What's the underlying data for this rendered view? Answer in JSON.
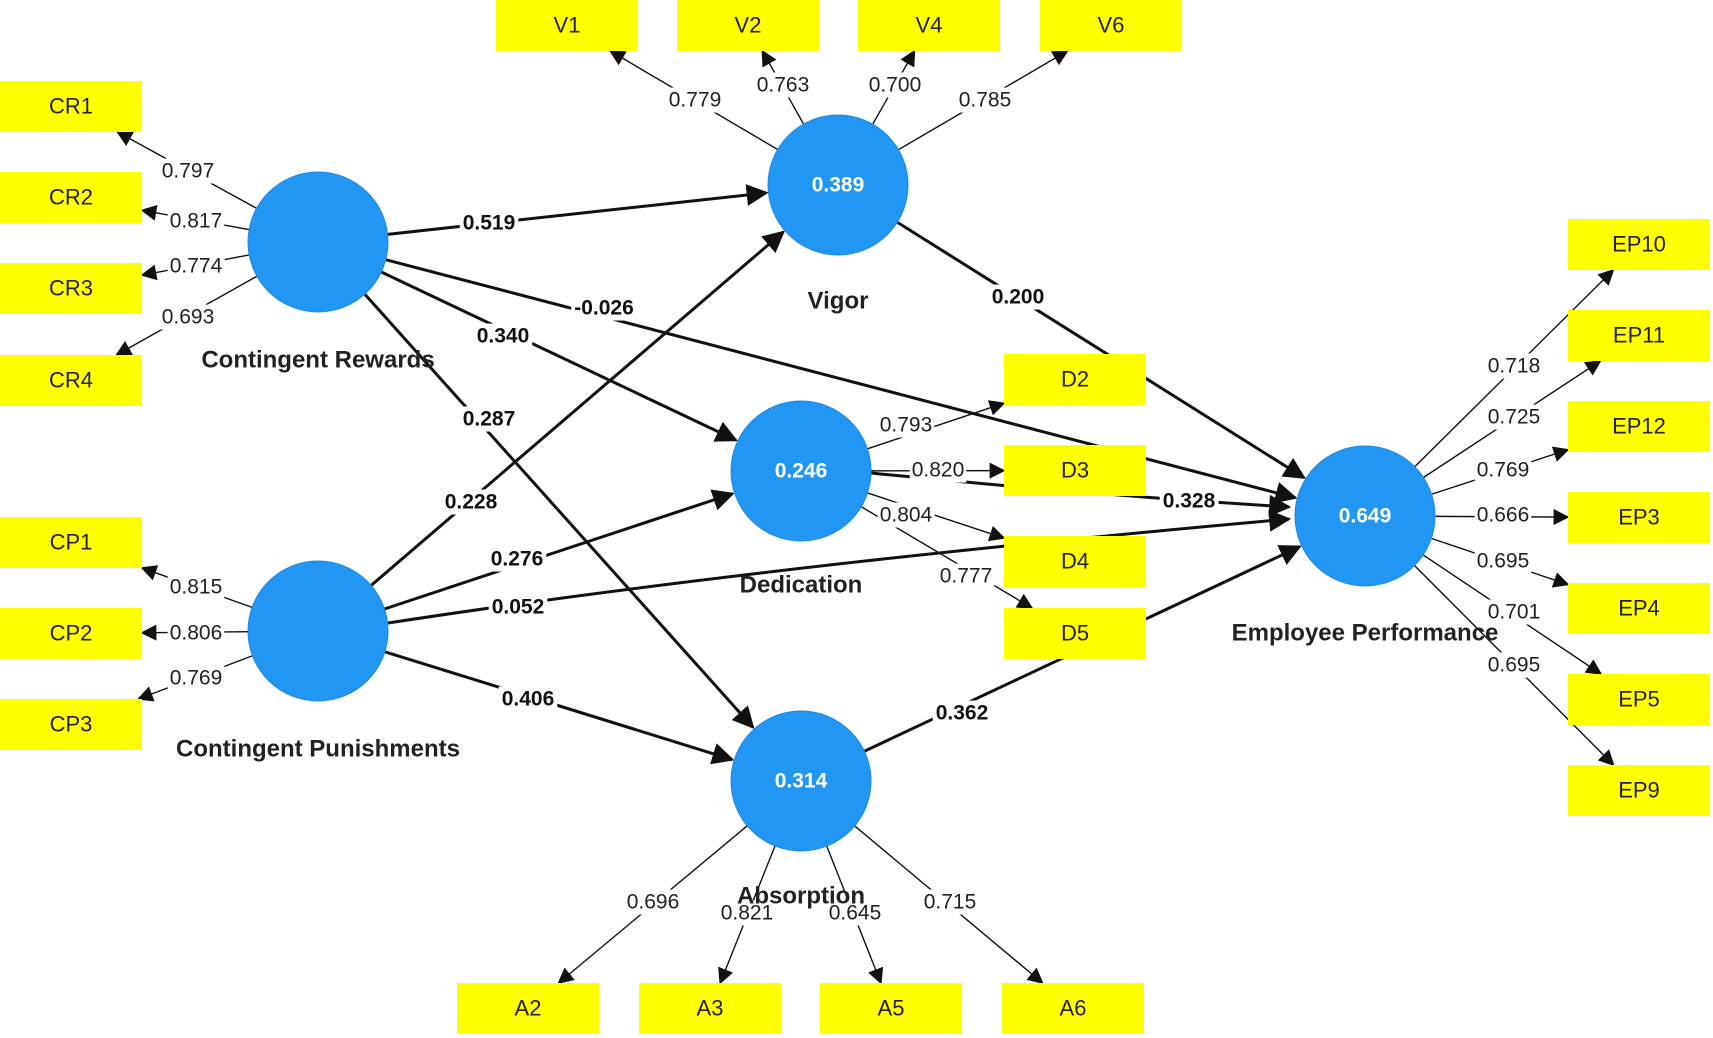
{
  "latent_variables": [
    {
      "id": "CR",
      "name": "Contingent Rewards",
      "value": ""
    },
    {
      "id": "CP",
      "name": "Contingent Punishments",
      "value": ""
    },
    {
      "id": "VIG",
      "name": "Vigor",
      "value": "0.389"
    },
    {
      "id": "DED",
      "name": "Dedication",
      "value": "0.246"
    },
    {
      "id": "ABS",
      "name": "Absorption",
      "value": "0.314"
    },
    {
      "id": "EP",
      "name": "Employee Performance",
      "value": "0.649"
    }
  ],
  "indicators": [
    {
      "id": "CR1",
      "label": "CR1"
    },
    {
      "id": "CR2",
      "label": "CR2"
    },
    {
      "id": "CR3",
      "label": "CR3"
    },
    {
      "id": "CR4",
      "label": "CR4"
    },
    {
      "id": "CP1",
      "label": "CP1"
    },
    {
      "id": "CP2",
      "label": "CP2"
    },
    {
      "id": "CP3",
      "label": "CP3"
    },
    {
      "id": "V1",
      "label": "V1"
    },
    {
      "id": "V2",
      "label": "V2"
    },
    {
      "id": "V4",
      "label": "V4"
    },
    {
      "id": "V6",
      "label": "V6"
    },
    {
      "id": "D2",
      "label": "D2"
    },
    {
      "id": "D3",
      "label": "D3"
    },
    {
      "id": "D4",
      "label": "D4"
    },
    {
      "id": "D5",
      "label": "D5"
    },
    {
      "id": "A2",
      "label": "A2"
    },
    {
      "id": "A3",
      "label": "A3"
    },
    {
      "id": "A5",
      "label": "A5"
    },
    {
      "id": "A6",
      "label": "A6"
    },
    {
      "id": "EP10",
      "label": "EP10"
    },
    {
      "id": "EP11",
      "label": "EP11"
    },
    {
      "id": "EP12",
      "label": "EP12"
    },
    {
      "id": "EP3",
      "label": "EP3"
    },
    {
      "id": "EP4",
      "label": "EP4"
    },
    {
      "id": "EP5",
      "label": "EP5"
    },
    {
      "id": "EP9",
      "label": "EP9"
    }
  ],
  "path_coefficients": [
    {
      "from": "CR",
      "to": "VIG",
      "value": "0.519"
    },
    {
      "from": "CR",
      "to": "EP",
      "value": "-0.026"
    },
    {
      "from": "CR",
      "to": "DED",
      "value": "0.340"
    },
    {
      "from": "CR",
      "to": "ABS",
      "value": "0.287"
    },
    {
      "from": "CP",
      "to": "VIG",
      "value": "0.228"
    },
    {
      "from": "CP",
      "to": "DED",
      "value": "0.276"
    },
    {
      "from": "CP",
      "to": "EP",
      "value": "0.052"
    },
    {
      "from": "CP",
      "to": "ABS",
      "value": "0.406"
    },
    {
      "from": "VIG",
      "to": "EP",
      "value": "0.200"
    },
    {
      "from": "DED",
      "to": "EP",
      "value": "0.328"
    },
    {
      "from": "ABS",
      "to": "EP",
      "value": "0.362"
    }
  ],
  "outer_loadings": [
    {
      "lv": "CR",
      "indicator": "CR1",
      "value": "0.797"
    },
    {
      "lv": "CR",
      "indicator": "CR2",
      "value": "0.817"
    },
    {
      "lv": "CR",
      "indicator": "CR3",
      "value": "0.774"
    },
    {
      "lv": "CR",
      "indicator": "CR4",
      "value": "0.693"
    },
    {
      "lv": "CP",
      "indicator": "CP1",
      "value": "0.815"
    },
    {
      "lv": "CP",
      "indicator": "CP2",
      "value": "0.806"
    },
    {
      "lv": "CP",
      "indicator": "CP3",
      "value": "0.769"
    },
    {
      "lv": "VIG",
      "indicator": "V1",
      "value": "0.779"
    },
    {
      "lv": "VIG",
      "indicator": "V2",
      "value": "0.763"
    },
    {
      "lv": "VIG",
      "indicator": "V4",
      "value": "0.700"
    },
    {
      "lv": "VIG",
      "indicator": "V6",
      "value": "0.785"
    },
    {
      "lv": "DED",
      "indicator": "D2",
      "value": "0.793"
    },
    {
      "lv": "DED",
      "indicator": "D3",
      "value": "0.820"
    },
    {
      "lv": "DED",
      "indicator": "D4",
      "value": "0.804"
    },
    {
      "lv": "DED",
      "indicator": "D5",
      "value": "0.777"
    },
    {
      "lv": "ABS",
      "indicator": "A2",
      "value": "0.696"
    },
    {
      "lv": "ABS",
      "indicator": "A3",
      "value": "0.821"
    },
    {
      "lv": "ABS",
      "indicator": "A5",
      "value": "0.645"
    },
    {
      "lv": "ABS",
      "indicator": "A6",
      "value": "0.715"
    },
    {
      "lv": "EP",
      "indicator": "EP10",
      "value": "0.718"
    },
    {
      "lv": "EP",
      "indicator": "EP11",
      "value": "0.725"
    },
    {
      "lv": "EP",
      "indicator": "EP12",
      "value": "0.769"
    },
    {
      "lv": "EP",
      "indicator": "EP3",
      "value": "0.666"
    },
    {
      "lv": "EP",
      "indicator": "EP4",
      "value": "0.695"
    },
    {
      "lv": "EP",
      "indicator": "EP5",
      "value": "0.701"
    },
    {
      "lv": "EP",
      "indicator": "EP9",
      "value": "0.695"
    }
  ],
  "colors": {
    "latent_fill": "#2196f3",
    "indicator_fill": "#ffff00",
    "line": "#111111",
    "background": "#ffffff"
  }
}
